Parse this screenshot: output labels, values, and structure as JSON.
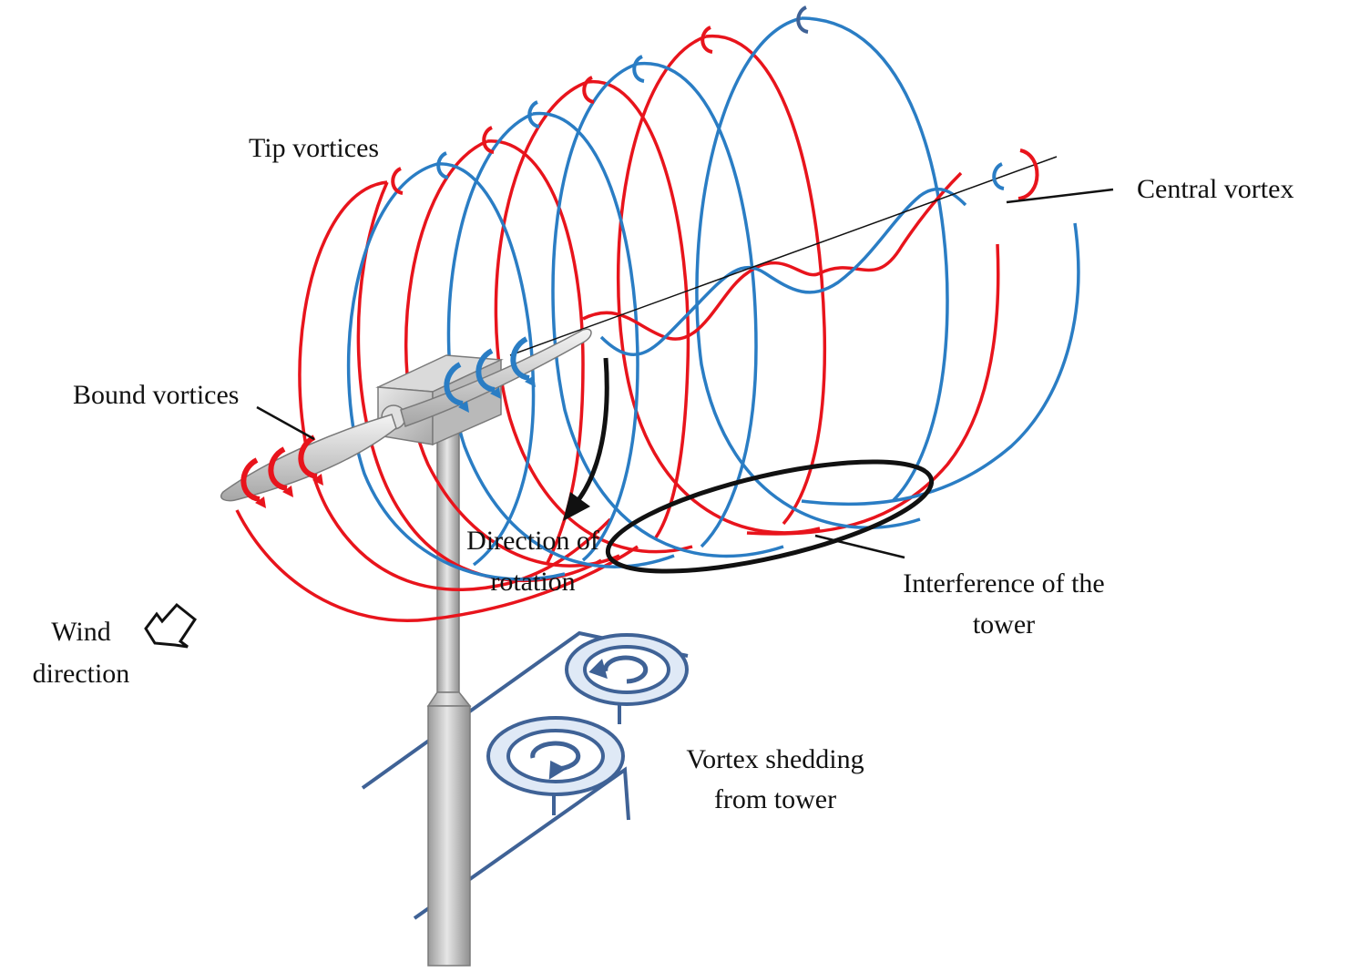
{
  "labels": {
    "tip_vortices": "Tip vortices",
    "central_vortex": "Central vortex",
    "bound_vortices": "Bound vortices",
    "direction_rotation_1": "Direction of",
    "direction_rotation_2": "rotation",
    "interference_1": "Interference of the",
    "interference_2": "tower",
    "wind_1": "Wind",
    "wind_2": "direction",
    "shedding_1": "Vortex shedding",
    "shedding_2": "from tower"
  },
  "colors": {
    "red_vortex": "#e8141c",
    "blue_vortex": "#2a7dc4",
    "shedding": "#3f6296",
    "structure": "#c8c8c8",
    "outline": "#111111"
  }
}
